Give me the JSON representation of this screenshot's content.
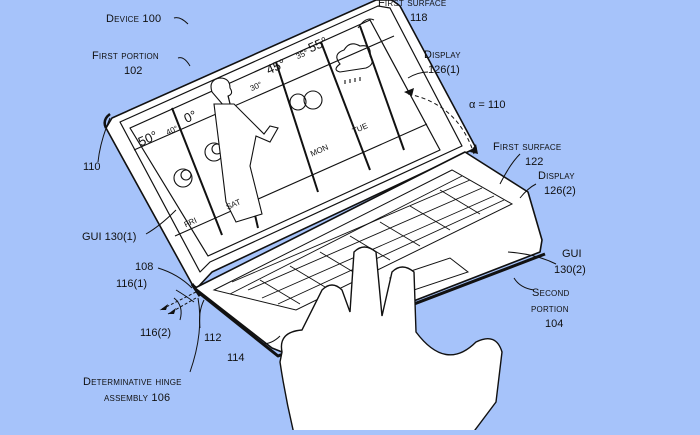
{
  "background_color": "#a6c3fa",
  "labels": {
    "device": "Device 100",
    "first_portion_title": "First portion",
    "first_portion_num": "102",
    "first_surface_118_title": "First surface",
    "first_surface_118_num": "118",
    "display_1_title": "Display",
    "display_1_num": "126(1)",
    "angle": "α = 110",
    "first_surface_122_title": "First surface",
    "first_surface_122_num": "122",
    "display_2_title": "Display",
    "display_2_num": "126(2)",
    "gui_2_title": "GUI",
    "gui_2_num": "130(2)",
    "second_portion_title": "Second",
    "second_portion_title2": "portion",
    "second_portion_num": "104",
    "edge_110": "110",
    "gui_1": "GUI 130(1)",
    "ref_108": "108",
    "ref_116_1": "116(1)",
    "ref_116_2": "116(2)",
    "ref_112": "112",
    "ref_114": "114",
    "hinge_title": "Determinative hinge",
    "hinge_title2": "assembly 106"
  },
  "weather_gui": {
    "days": [
      {
        "day": "FRI",
        "high": "50°",
        "low": "40°",
        "icon": "sun-cloud"
      },
      {
        "day": "SAT",
        "high": "0°",
        "low": "30°",
        "icon": "sun-cloud"
      },
      {
        "day": "MON",
        "high": "45°",
        "low": "35°",
        "icon": "sun-cloud"
      },
      {
        "day": "TUE",
        "high": "55°",
        "low": "",
        "icon": "rain-cloud"
      }
    ]
  }
}
